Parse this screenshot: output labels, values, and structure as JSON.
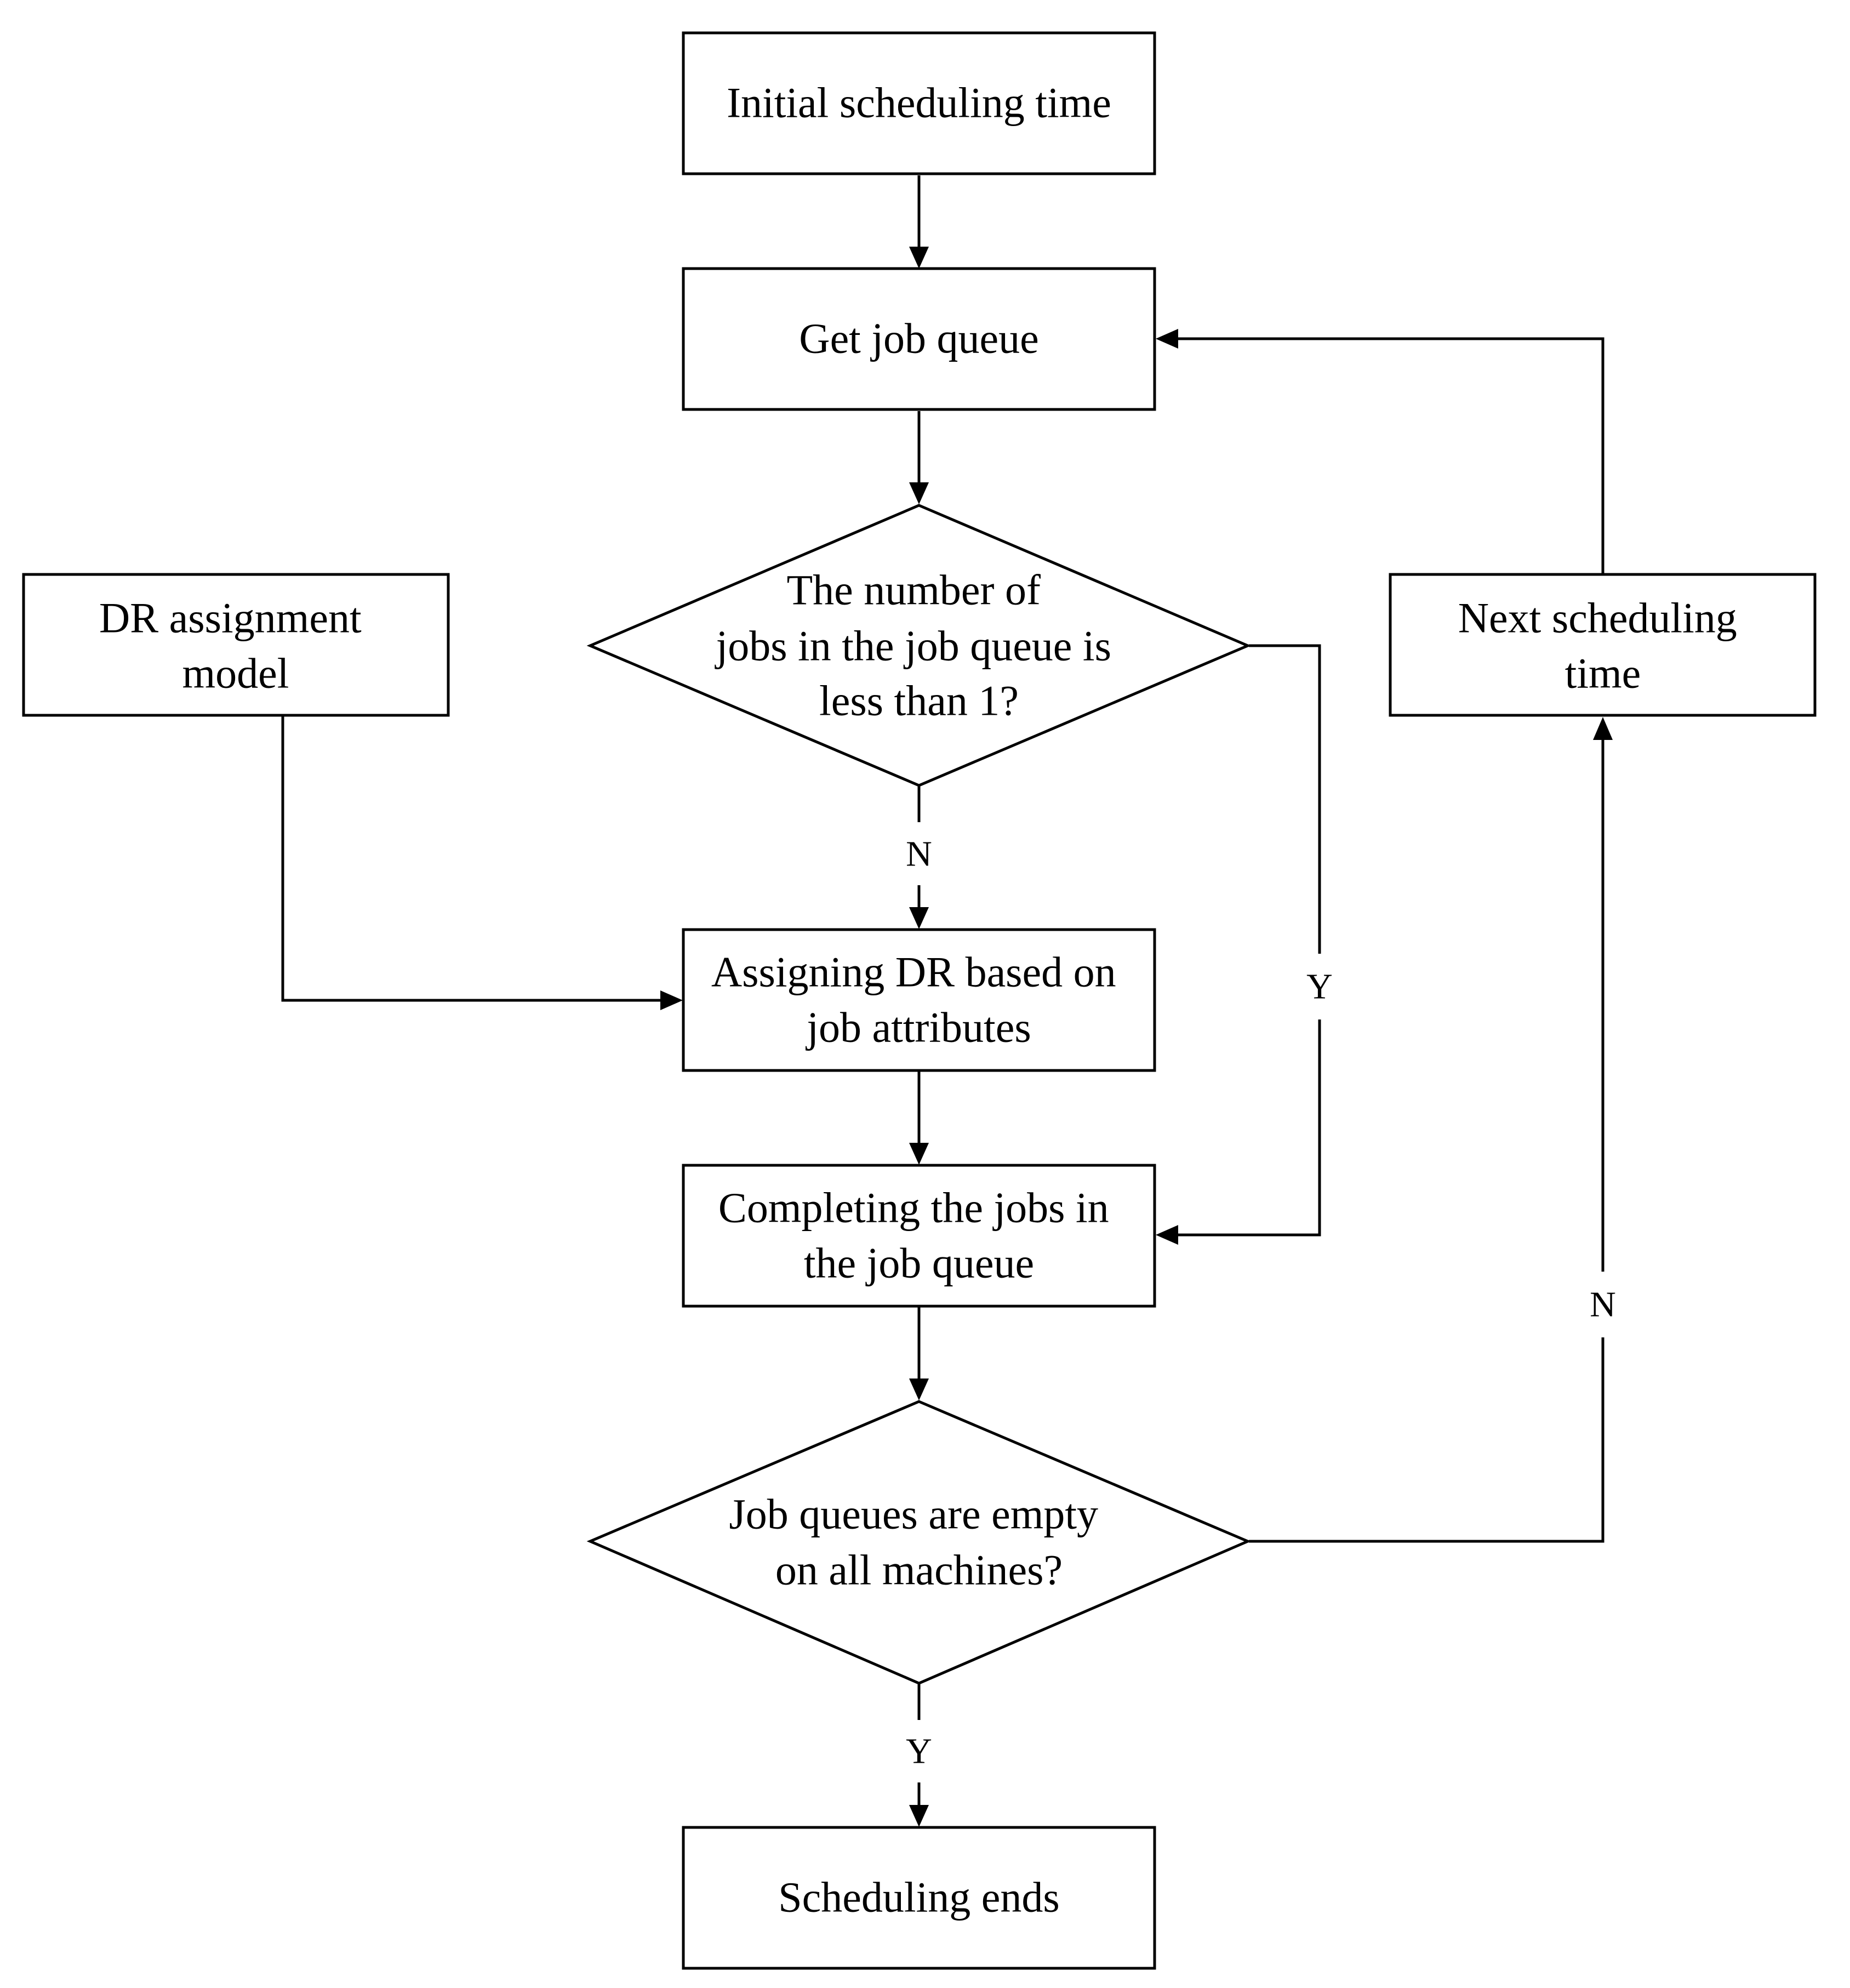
{
  "nodes": {
    "initial": {
      "lines": [
        "Initial scheduling time"
      ]
    },
    "get_queue": {
      "lines": [
        "Get job queue"
      ]
    },
    "decision_count": {
      "lines": [
        "The number of",
        "jobs in the job queue is",
        "less than 1?"
      ]
    },
    "dr_model": {
      "lines": [
        "DR assignment",
        "model"
      ]
    },
    "next_time": {
      "lines": [
        "Next scheduling",
        "time"
      ]
    },
    "assign_dr": {
      "lines": [
        "Assigning DR based on",
        "job attributes"
      ]
    },
    "complete_jobs": {
      "lines": [
        "Completing the jobs in",
        "the job queue"
      ]
    },
    "decision_empty": {
      "lines": [
        "Job queues are empty",
        "on all machines?"
      ]
    },
    "end": {
      "lines": [
        "Scheduling ends"
      ]
    }
  },
  "edge_labels": {
    "count_no": "N",
    "count_yes": "Y",
    "empty_no": "N",
    "empty_yes": "Y"
  }
}
